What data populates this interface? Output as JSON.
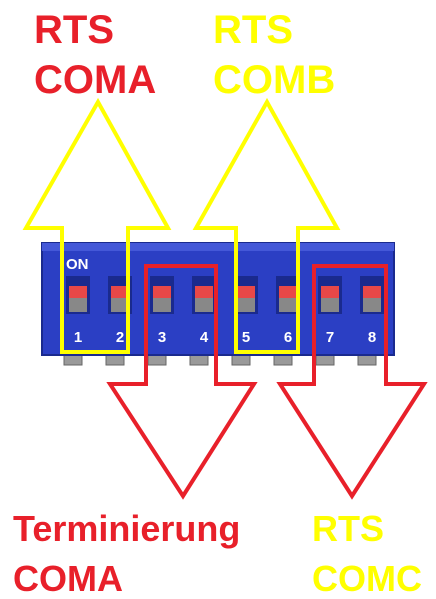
{
  "labels": {
    "top_left_line1": "RTS",
    "top_left_line2": "COMA",
    "top_right_line1": "RTS",
    "top_right_line2": "COMB",
    "bottom_left_line1": "Terminierung",
    "bottom_left_line2": "COMA",
    "bottom_right_line1": "RTS",
    "bottom_right_line2": "COMC"
  },
  "dip_switch": {
    "on_label": "ON",
    "switch_numbers": [
      "1",
      "2",
      "3",
      "4",
      "5",
      "6",
      "7",
      "8"
    ]
  },
  "colors": {
    "red": "#e8202a",
    "yellow": "#ffff00",
    "switch_body": "#2b3fc4",
    "switch_body_dark": "#1a2a8e",
    "actuator": "#e84848",
    "pin": "#9a9a9a"
  }
}
